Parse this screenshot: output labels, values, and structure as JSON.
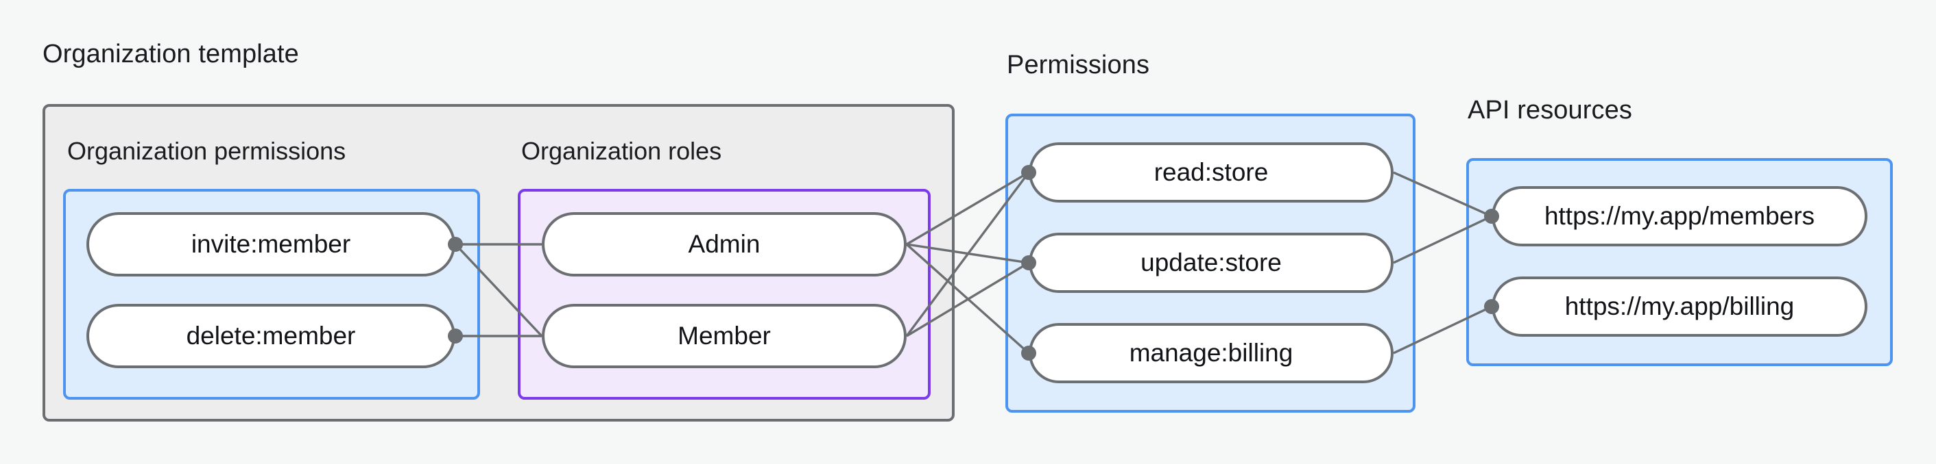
{
  "diagram": {
    "title_groups": [
      {
        "id": "organization-template",
        "label": "Organization template"
      },
      {
        "id": "permissions",
        "label": "Permissions"
      },
      {
        "id": "api-resources",
        "label": "API resources"
      }
    ],
    "sub_groups": [
      {
        "id": "organization-permissions",
        "label": "Organization permissions"
      },
      {
        "id": "organization-roles",
        "label": "Organization roles"
      }
    ],
    "nodes": {
      "organization_permissions": [
        {
          "id": "invite-member",
          "label": "invite:member"
        },
        {
          "id": "delete-member",
          "label": "delete:member"
        }
      ],
      "organization_roles": [
        {
          "id": "admin",
          "label": "Admin"
        },
        {
          "id": "member",
          "label": "Member"
        }
      ],
      "permissions": [
        {
          "id": "read-store",
          "label": "read:store"
        },
        {
          "id": "update-store",
          "label": "update:store"
        },
        {
          "id": "manage-billing",
          "label": "manage:billing"
        }
      ],
      "api_resources": [
        {
          "id": "members-endpoint",
          "label": "https://my.app/members"
        },
        {
          "id": "billing-endpoint",
          "label": "https://my.app/billing"
        }
      ]
    },
    "edges": [
      {
        "from": "invite-member",
        "to": "admin"
      },
      {
        "from": "invite-member",
        "to": "member"
      },
      {
        "from": "delete-member",
        "to": "admin"
      },
      {
        "from": "admin",
        "to": "read-store"
      },
      {
        "from": "admin",
        "to": "update-store"
      },
      {
        "from": "admin",
        "to": "manage-billing"
      },
      {
        "from": "member",
        "to": "read-store"
      },
      {
        "from": "member",
        "to": "update-store"
      },
      {
        "from": "read-store",
        "to": "members-endpoint"
      },
      {
        "from": "update-store",
        "to": "members-endpoint"
      },
      {
        "from": "manage-billing",
        "to": "billing-endpoint"
      }
    ],
    "colors": {
      "canvas_background": "#f6f8f7",
      "outer_group_fill": "#ededed",
      "outer_group_border": "#6b6f71",
      "blue_group_fill": "#ddedfd",
      "blue_group_border": "#4d94f0",
      "purple_group_fill": "#f3e9fc",
      "purple_group_border": "#7c3aed",
      "node_fill": "#ffffff",
      "node_border": "#6b6f71",
      "edge_stroke": "#6b6f71",
      "text": "#111317"
    }
  }
}
